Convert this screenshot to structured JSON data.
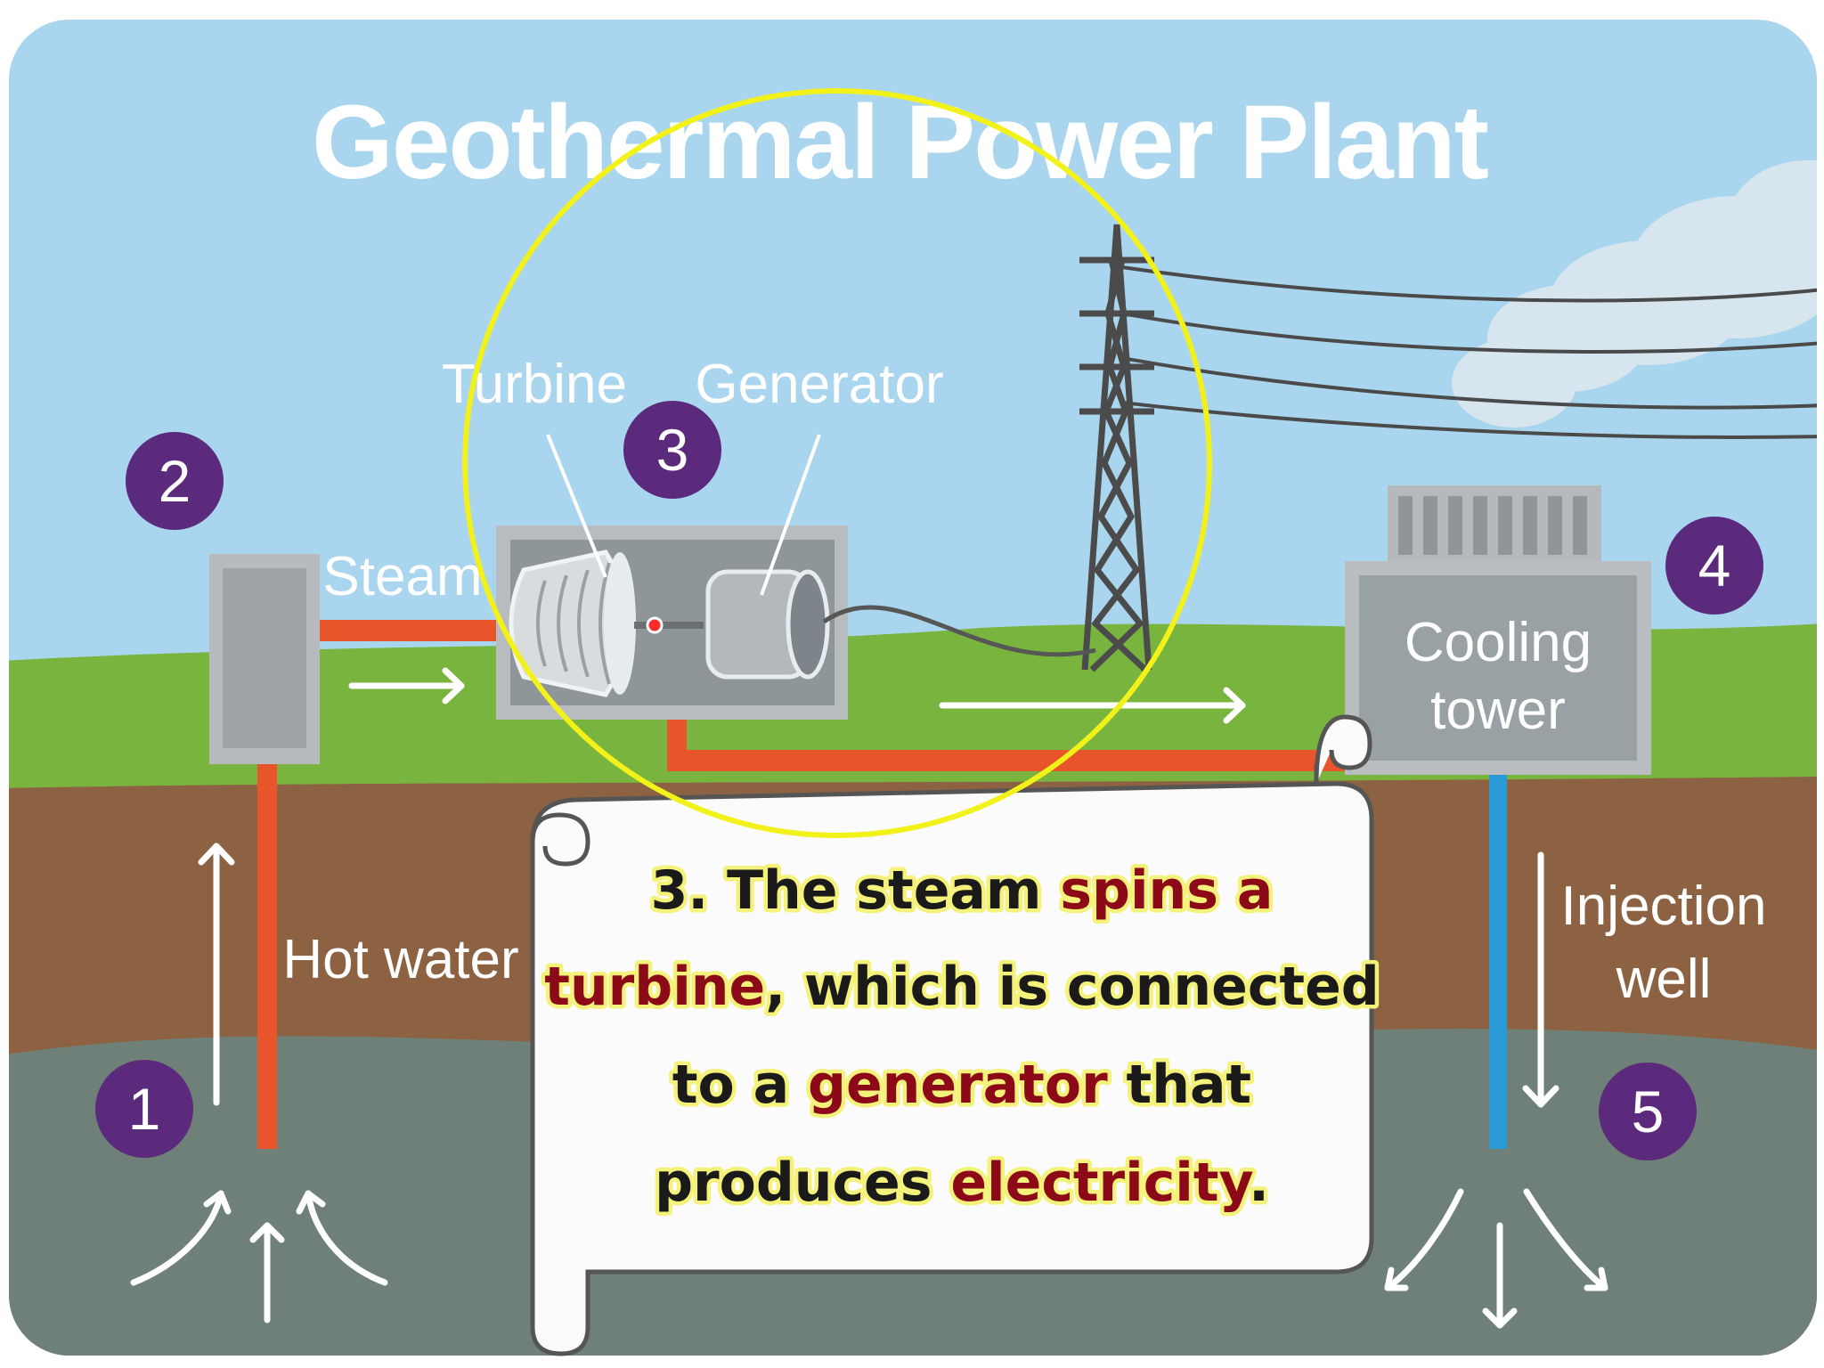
{
  "title": "Geothermal Power Plant",
  "labels": {
    "turbine": "Turbine",
    "generator": "Generator",
    "steam": "Steam",
    "hot_water": "Hot water",
    "cooling_tower_1": "Cooling",
    "cooling_tower_2": "tower",
    "injection_well_1": "Injection",
    "injection_well_2": "well"
  },
  "steps": [
    "1",
    "2",
    "3",
    "4",
    "5"
  ],
  "caption": {
    "line1": {
      "a": "3. The steam ",
      "b": "spins a"
    },
    "line2": {
      "a": "turbine",
      "b": ", which is connected"
    },
    "line3": {
      "a": "to a ",
      "b": "generator",
      "c": " that"
    },
    "line4": {
      "a": "produces ",
      "b": "electricity",
      "c": "."
    }
  },
  "colors": {
    "sky": "#a9d6ee",
    "grass": "#79b53e",
    "soil": "#8d6242",
    "rock": "#6f8079",
    "pipe_hot": "#e8552a",
    "pipe_cold": "#2a9ad6",
    "step_badge": "#5b2a7d",
    "highlight_ring": "#f2f21a",
    "caption_text": "#1a1a1a",
    "caption_emphasis": "#8c0a18"
  }
}
